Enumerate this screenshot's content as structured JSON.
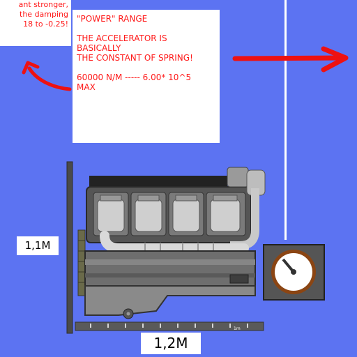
{
  "notes": {
    "left": [
      "ant stronger,",
      "the damping",
      "18 to -0.25!"
    ],
    "main": [
      "\"POWER\" RANGE",
      "",
      "THE ACCELERATOR IS",
      "BASICALLY",
      "THE CONSTANT OF SPRING!",
      "",
      "60000 N/M ----- 6.00* 10^5",
      "MAX"
    ]
  },
  "dimensions": {
    "height_label": "1,1M",
    "width_label": "1,2M",
    "ruler_label": "1m"
  },
  "icons": [
    "curved-arrow-icon",
    "right-arrow-icon",
    "gauge-icon"
  ],
  "colors": {
    "background": "#5c73f2",
    "note_text": "#ff1a1a",
    "arrow": "#ee1111"
  }
}
